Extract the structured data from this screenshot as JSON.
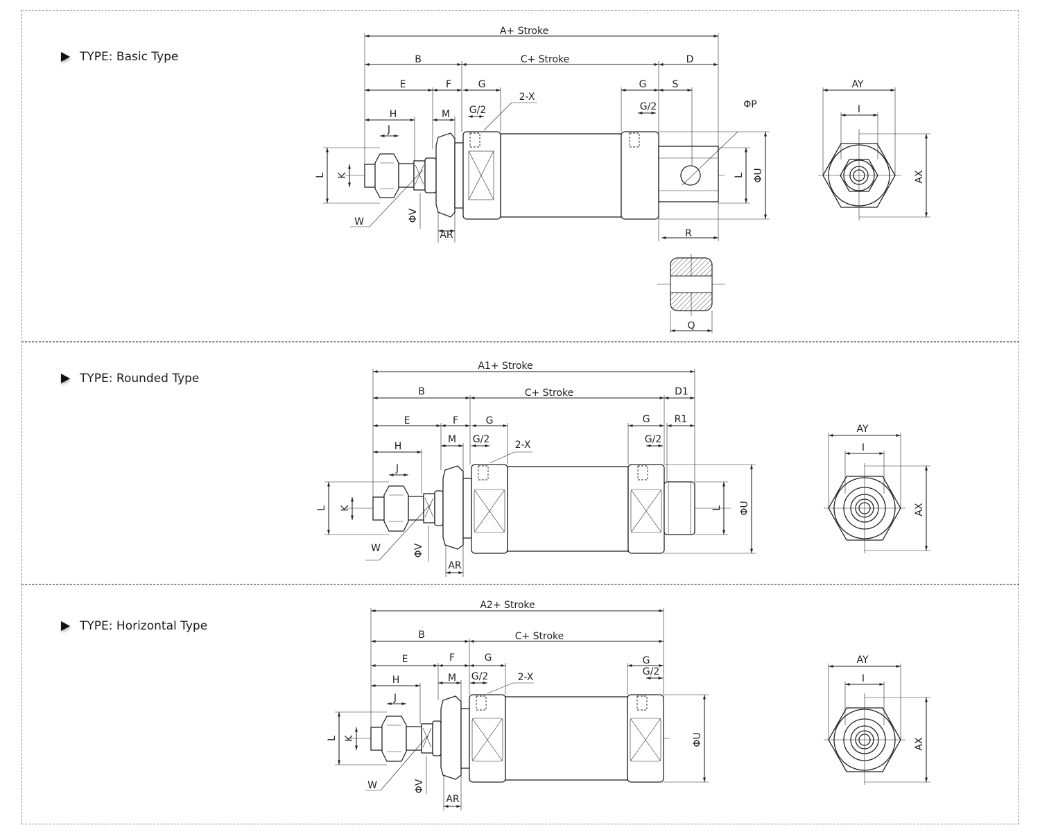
{
  "sections": [
    {
      "prefix": "TYPE:",
      "name": "Basic Type"
    },
    {
      "prefix": "TYPE:",
      "name": "Rounded Type"
    },
    {
      "prefix": "TYPE:",
      "name": "Horizontal Type"
    }
  ],
  "dims": {
    "a_stroke": "A+ Stroke",
    "a1_stroke": "A1+ Stroke",
    "a2_stroke": "A2+ Stroke",
    "c_stroke": "C+ Stroke",
    "B": "B",
    "D": "D",
    "D1": "D1",
    "E": "E",
    "F": "F",
    "G": "G",
    "G2": "G/2",
    "H": "H",
    "J": "J",
    "K": "K",
    "L": "L",
    "M": "M",
    "W": "W",
    "S": "S",
    "R": "R",
    "R1": "R1",
    "Q": "Q",
    "AR": "AR",
    "AY": "AY",
    "AX": "AX",
    "I": "I",
    "X2": "2-X",
    "PHIV": "ΦV",
    "PHIU": "ΦU",
    "PHIP": "ΦP"
  },
  "colors": {
    "line": "#222222",
    "frame": "#8a8a8a"
  },
  "icons": [
    "play-arrow-icon"
  ]
}
